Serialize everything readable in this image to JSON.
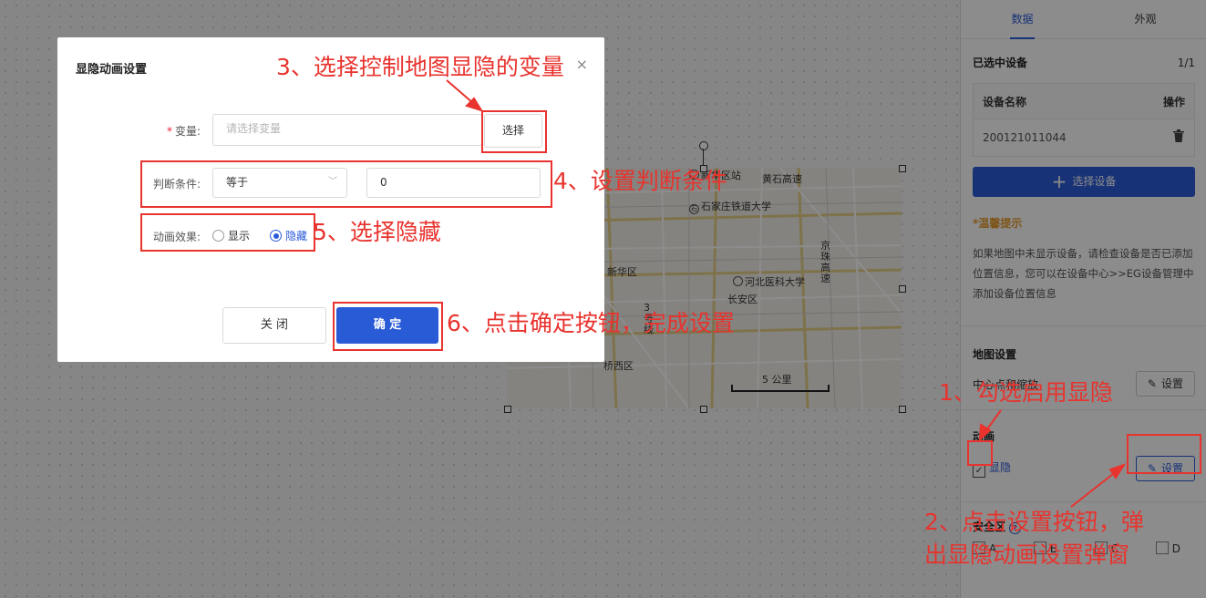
{
  "panel": {
    "tabs": [
      {
        "label": "数据"
      },
      {
        "label": "外观"
      }
    ],
    "selected_title": "已选中设备",
    "selected_count": "1/1",
    "table_header": {
      "name": "设备名称",
      "action": "操作"
    },
    "device_id": "200121011044",
    "select_device_btn": "选择设备",
    "tip_title": "*温馨提示",
    "tip_text": "如果地图中未显示设备，请检查设备是否已添加位置信息，您可以在设备中心>>EG设备管理中添加设备位置信息",
    "map_settings_title": "地图设置",
    "center_zoom_label": "中心点和缩放",
    "setting_btn": "设置",
    "anim_title": "动画",
    "toggle_label": "显隐",
    "security_title": "安全区",
    "zones": [
      "A",
      "B",
      "C",
      "D"
    ]
  },
  "map": {
    "labels": {
      "station": "新华区站",
      "expressway": "黄石高速",
      "rail_univ": "石家庄铁道大学",
      "xinhua": "新华区",
      "medical_univ": "河北医科大学",
      "changan": "长安区",
      "jinghuan": "京珠高速",
      "route3": "3号线",
      "qiaoxi": "桥西区",
      "scale": "5 公里"
    }
  },
  "dialog": {
    "title": "显隐动画设置",
    "variable_label": "变量:",
    "variable_placeholder": "请选择变量",
    "select_btn": "选择",
    "condition_label": "判断条件:",
    "condition_value": "等于",
    "condition_input": "0",
    "effect_label": "动画效果:",
    "effect_show": "显示",
    "effect_hide": "隐藏",
    "close_btn": "关 闭",
    "ok_btn": "确 定"
  },
  "annotations": {
    "step1": "1、勾选启用显隐",
    "step2_line1": "2、点击设置按钮，弹",
    "step2_line2": "出显隐动画设置弹窗",
    "step3": "3、选择控制地图显隐的变量",
    "step4": "4、设置判断条件",
    "step5": "5、选择隐藏",
    "step6": "6、点击确定按钮，完成设置"
  },
  "colors": {
    "accent": "#2a5bd7",
    "annotation": "#e8332e",
    "tip": "#e69b2e"
  }
}
